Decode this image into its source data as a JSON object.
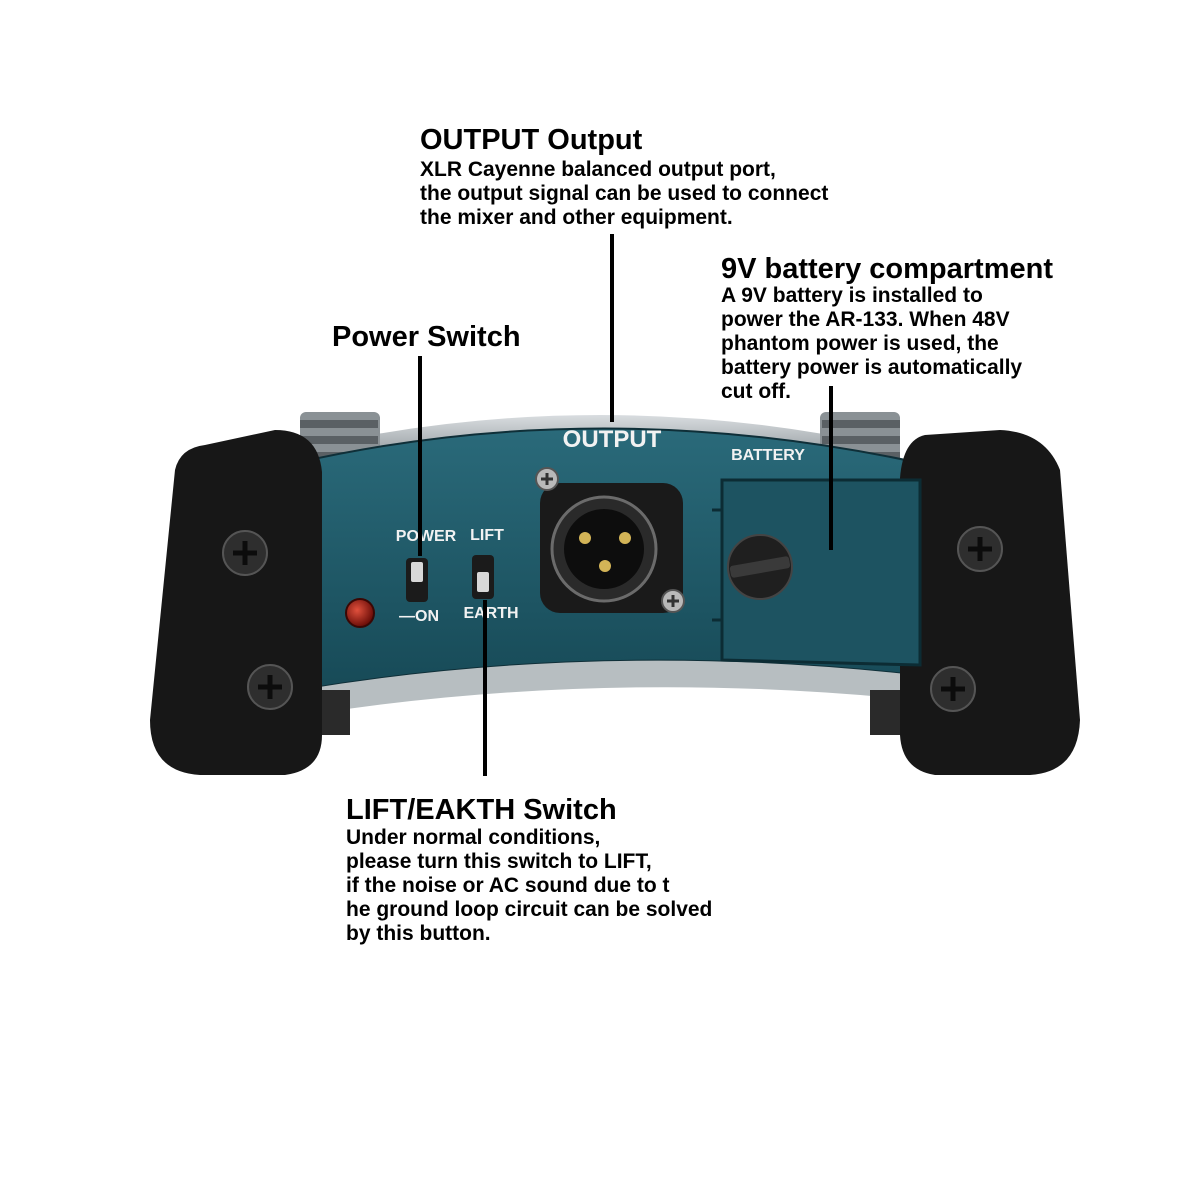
{
  "annotations": {
    "output": {
      "title": "OUTPUT Output",
      "lines": [
        "XLR Cayenne balanced output port,",
        "the output signal can be used to connect",
        "the mixer and other equipment."
      ]
    },
    "battery": {
      "title": "9V battery compartment",
      "lines": [
        "A 9V battery is installed to",
        "power the AR-133. When 48V",
        "phantom power is used, the",
        "battery power is automatically",
        "cut off."
      ]
    },
    "power": {
      "title": "Power Switch"
    },
    "lift": {
      "title": "LIFT/EAKTH Switch",
      "lines": [
        "Under normal conditions,",
        "please turn this switch to LIFT,",
        "if the noise or AC sound due to t",
        "he ground loop circuit can be solved",
        "by this button."
      ]
    }
  },
  "device": {
    "panel_labels": {
      "output": "OUTPUT",
      "battery": "BATTERY",
      "power": "POWER",
      "lift": "LIFT",
      "on": "—ON",
      "earth": "EARTH"
    },
    "colors": {
      "panel": "#1f5968",
      "bumper": "#171717",
      "housing": "#9aa2a6",
      "led": "#9b1a10"
    }
  }
}
